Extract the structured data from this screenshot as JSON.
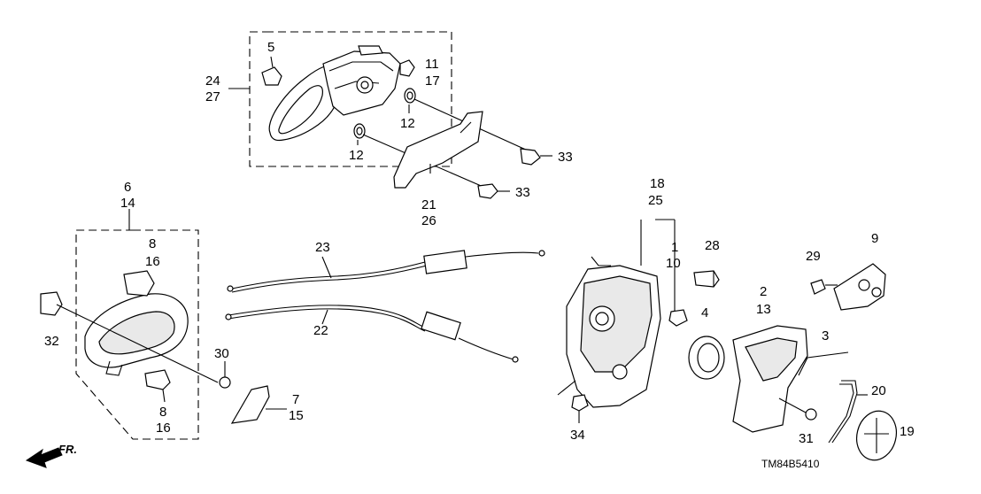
{
  "diagram": {
    "code": "TM84B5410",
    "direction_label": "FR.",
    "labels": {
      "l1": "1",
      "l2": "2",
      "l3": "3",
      "l4": "4",
      "l5": "5",
      "l6": "6",
      "l7": "7",
      "l8a": "8",
      "l8b": "8",
      "l9": "9",
      "l10": "10",
      "l11": "11",
      "l12a": "12",
      "l12b": "12",
      "l13": "13",
      "l14": "14",
      "l15": "15",
      "l16a": "16",
      "l16b": "16",
      "l17": "17",
      "l18": "18",
      "l19": "19",
      "l20": "20",
      "l21": "21",
      "l22": "22",
      "l23": "23",
      "l24": "24",
      "l25": "25",
      "l26": "26",
      "l27": "27",
      "l28": "28",
      "l29": "29",
      "l30": "30",
      "l31": "31",
      "l32": "32",
      "l33a": "33",
      "l33b": "33",
      "l34": "34"
    }
  }
}
